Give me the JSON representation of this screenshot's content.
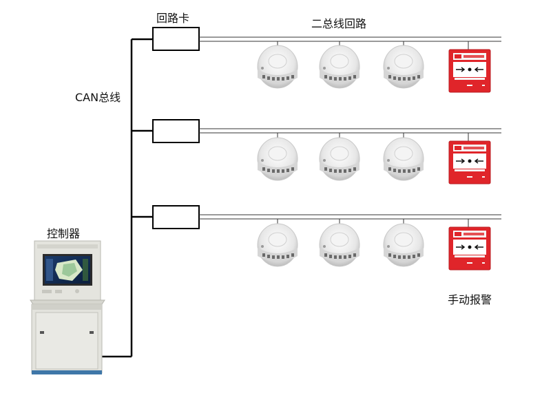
{
  "labels": {
    "loop_card": "回路卡",
    "two_bus_loop": "二总线回路",
    "can_bus": "CAN总线",
    "controller": "控制器",
    "manual_alarm": "手动报警"
  },
  "loops": [
    {
      "detectors": 3,
      "manual_call_points": 1
    },
    {
      "detectors": 3,
      "manual_call_points": 1
    },
    {
      "detectors": 3,
      "manual_call_points": 1
    }
  ],
  "colors": {
    "wire": "#000000",
    "bus_line": "#333333",
    "detector_body": "#e9e9e9",
    "manual_call_point": "#e0252a",
    "controller_body": "#e2e2dc"
  }
}
